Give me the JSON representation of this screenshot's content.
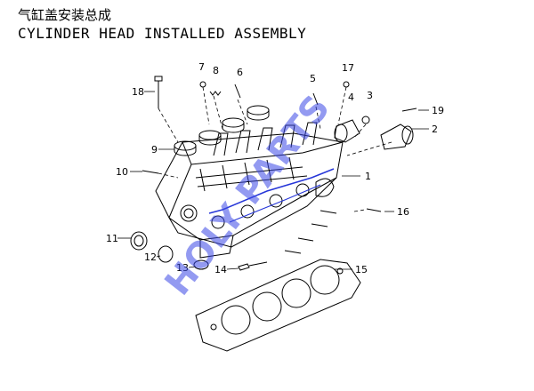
{
  "header": {
    "title_cn": "气缸盖安装总成",
    "title_en": "CYLINDER HEAD INSTALLED ASSEMBLY"
  },
  "watermark": "HOLY PARTS",
  "callouts": [
    "1",
    "2",
    "3",
    "4",
    "5",
    "6",
    "7",
    "8",
    "9",
    "10",
    "11",
    "12",
    "13",
    "14",
    "15",
    "16",
    "17",
    "18",
    "19"
  ],
  "colors": {
    "line": "#000000",
    "highlight": "#2636d8",
    "watermark": "#3b49e6"
  }
}
